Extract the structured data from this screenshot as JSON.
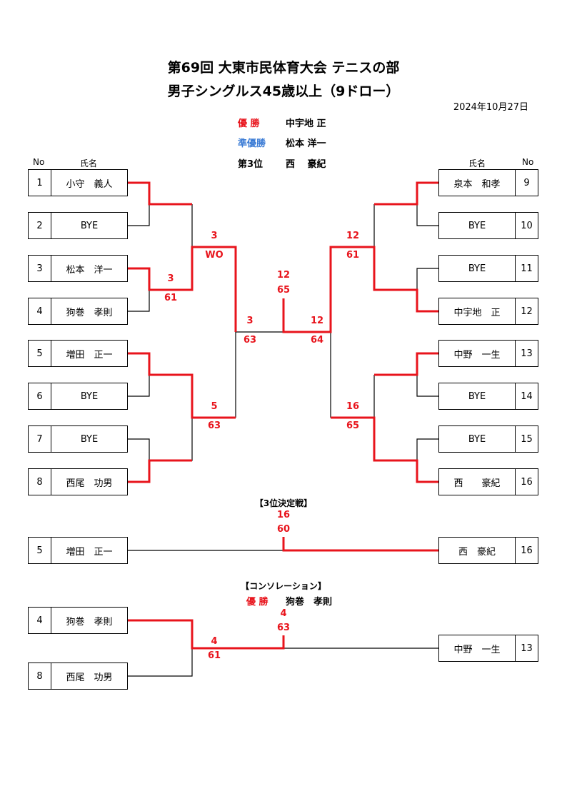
{
  "title_line1": "第69回 大東市民体育大会 テニスの部",
  "title_line2": "男子シングルス45歳以上（9ドロー）",
  "date": "2024年10月27日",
  "results": {
    "winner_label": "優 勝",
    "winner_name": "中宇地 正",
    "runner_label": "準優勝",
    "runner_name": "松本 洋一",
    "third_label": "第3位",
    "third_name": "西　 豪紀"
  },
  "colors": {
    "winner": "#e8141c",
    "runner": "#3a7bd5",
    "line": "#000000"
  },
  "headers": {
    "no": "No",
    "name": "氏名"
  },
  "left_players": [
    {
      "no": "1",
      "name": "小守　義人"
    },
    {
      "no": "2",
      "name": "BYE"
    },
    {
      "no": "3",
      "name": "松本　洋一"
    },
    {
      "no": "4",
      "name": "狗巻　孝則"
    },
    {
      "no": "5",
      "name": "増田　正一"
    },
    {
      "no": "6",
      "name": "BYE"
    },
    {
      "no": "7",
      "name": "BYE"
    },
    {
      "no": "8",
      "name": "西尾　功男"
    }
  ],
  "right_players": [
    {
      "no": "9",
      "name": "泉本　和孝"
    },
    {
      "no": "10",
      "name": "BYE"
    },
    {
      "no": "11",
      "name": "BYE"
    },
    {
      "no": "12",
      "name": "中宇地　正"
    },
    {
      "no": "13",
      "name": "中野　一生"
    },
    {
      "no": "14",
      "name": "BYE"
    },
    {
      "no": "15",
      "name": "BYE"
    },
    {
      "no": "16",
      "name": "西　　豪紀"
    }
  ],
  "scores": {
    "l_qf1": [
      "3",
      "WO"
    ],
    "l_r1": [
      "3",
      "61"
    ],
    "l_sf": [
      "3",
      "63"
    ],
    "l_qf2": [
      "5",
      "63"
    ],
    "r_qf1": [
      "12",
      "61"
    ],
    "r_sf": [
      "12",
      "64"
    ],
    "r_qf2": [
      "16",
      "65"
    ],
    "final": [
      "12",
      "65"
    ]
  },
  "third_place": {
    "title": "【3位決定戦】",
    "left": {
      "no": "5",
      "name": "増田　正一"
    },
    "right": {
      "no": "16",
      "name": "西　豪紀"
    },
    "score": [
      "16",
      "60"
    ]
  },
  "consolation": {
    "title": "【コンソレーション】",
    "winner_label": "優 勝",
    "winner_name": "狗巻　孝則",
    "p1": {
      "no": "4",
      "name": "狗巻　孝則"
    },
    "p2": {
      "no": "8",
      "name": "西尾　功男"
    },
    "p3": {
      "no": "13",
      "name": "中野　一生"
    },
    "semi_score": [
      "4",
      "61"
    ],
    "final_score": [
      "4",
      "63"
    ]
  }
}
